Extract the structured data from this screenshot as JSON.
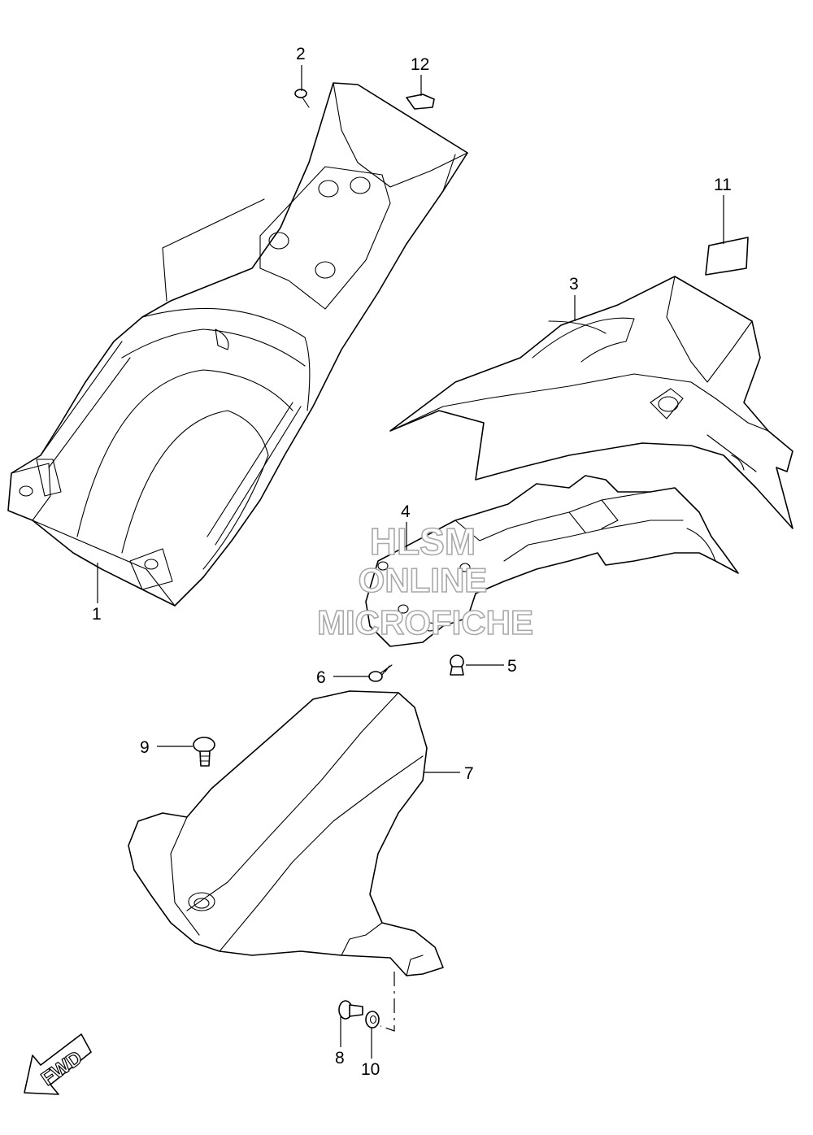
{
  "callouts": [
    {
      "id": "1",
      "label": "1"
    },
    {
      "id": "2",
      "label": "2"
    },
    {
      "id": "3",
      "label": "3"
    },
    {
      "id": "4",
      "label": "4"
    },
    {
      "id": "5",
      "label": "5"
    },
    {
      "id": "6",
      "label": "6"
    },
    {
      "id": "7",
      "label": "7"
    },
    {
      "id": "8",
      "label": "8"
    },
    {
      "id": "9",
      "label": "9"
    },
    {
      "id": "10",
      "label": "10"
    },
    {
      "id": "11",
      "label": "11"
    },
    {
      "id": "12",
      "label": "12"
    }
  ],
  "watermark": {
    "line1": "HLSM",
    "line2": "ONLINE",
    "line3": "MICROFICHE",
    "color": "#a9a9a9"
  },
  "fwd_arrow": {
    "label": "FWD"
  }
}
